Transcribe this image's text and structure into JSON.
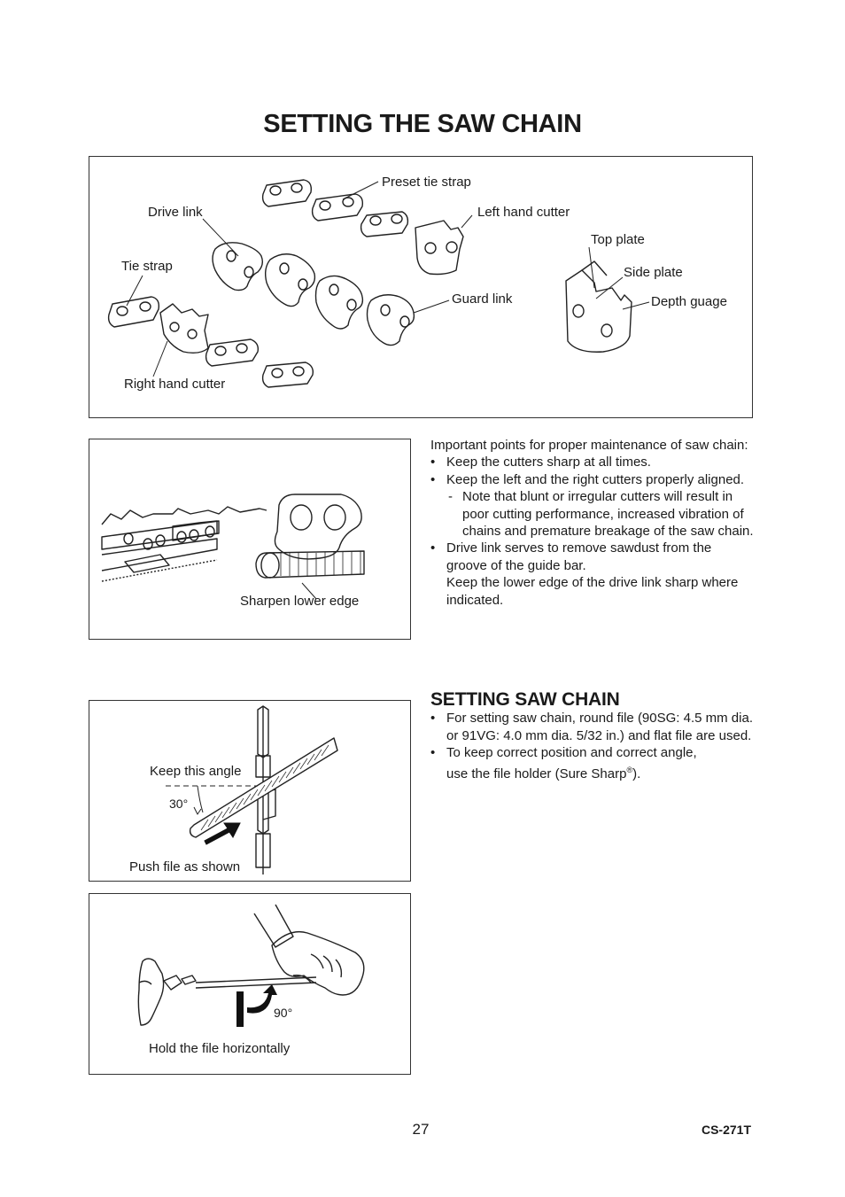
{
  "page": {
    "title": "SETTING THE SAW CHAIN",
    "page_number": "27",
    "model": "CS-271T"
  },
  "chain_diagram": {
    "labels": {
      "preset_tie_strap": "Preset tie strap",
      "drive_link": "Drive link",
      "left_hand_cutter": "Left hand cutter",
      "top_plate": "Top plate",
      "tie_strap": "Tie strap",
      "side_plate": "Side plate",
      "guard_link": "Guard link",
      "depth_guage": "Depth guage",
      "right_hand_cutter": "Right hand cutter"
    }
  },
  "drive_link_figure": {
    "label": "Sharpen lower edge"
  },
  "maintenance": {
    "intro": "Important points for proper maintenance of saw chain:",
    "bullet1": "Keep the cutters sharp at all times.",
    "bullet2": "Keep the left and the right cutters properly aligned.",
    "note": "Note that blunt or irregular cutters will result in poor cutting performance, increased vibration of chains and premature breakage of the saw chain.",
    "bullet3_line1": "Drive link serves to remove sawdust from the groove of the guide bar.",
    "bullet3_line2": "Keep the lower edge of the drive link sharp where indicated."
  },
  "file_angle_figure": {
    "keep_angle": "Keep this angle",
    "angle": "30°",
    "push": "Push file as shown"
  },
  "setting_saw_chain": {
    "heading": "SETTING SAW CHAIN",
    "bullet1": "For setting saw chain, round file (90SG: 4.5 mm dia. or 91VG: 4.0 mm dia. 5/32 in.) and flat file are used.",
    "bullet2_line1": "To keep correct position and correct angle,",
    "bullet2_line2": "use the file holder (Sure Sharp",
    "bullet2_reg": "®",
    "bullet2_end": ")."
  },
  "horizontal_figure": {
    "angle": "90°",
    "label": "Hold the file horizontally"
  }
}
